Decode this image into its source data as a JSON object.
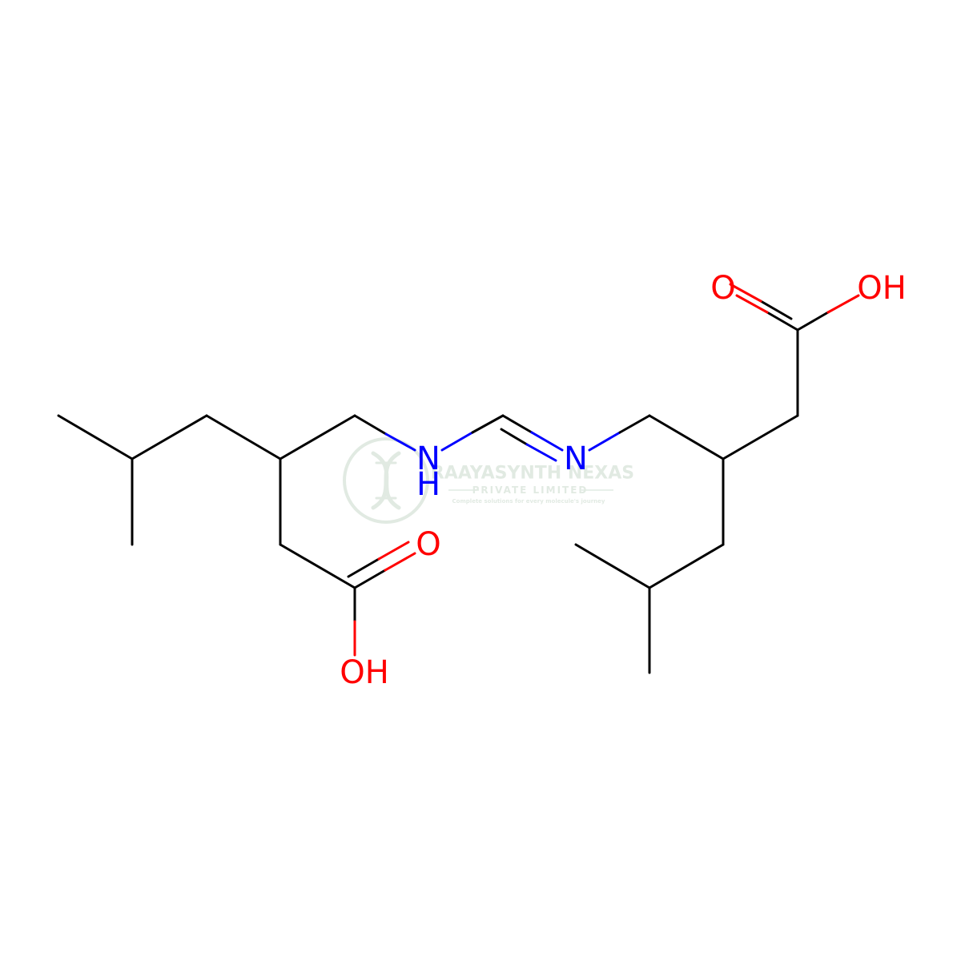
{
  "colors": {
    "carbon": "#000000",
    "nitrogen": "#0000ff",
    "oxygen": "#ff0000",
    "watermark": "#c9d9cc"
  },
  "atoms": {
    "nh": "N",
    "nh_h": "H",
    "n_imine": "N",
    "o_left_carbonyl": "O",
    "oh_left": "OH",
    "o_right_carbonyl": "O",
    "oh_right": "OH"
  },
  "watermark": {
    "logo_icon": "dna-helix-icon",
    "company": "RAAYASYNTH NEXAS",
    "subtitle": "PRIVATE LIMITED",
    "tagline": "Complete solutions for every molecule's journey"
  }
}
